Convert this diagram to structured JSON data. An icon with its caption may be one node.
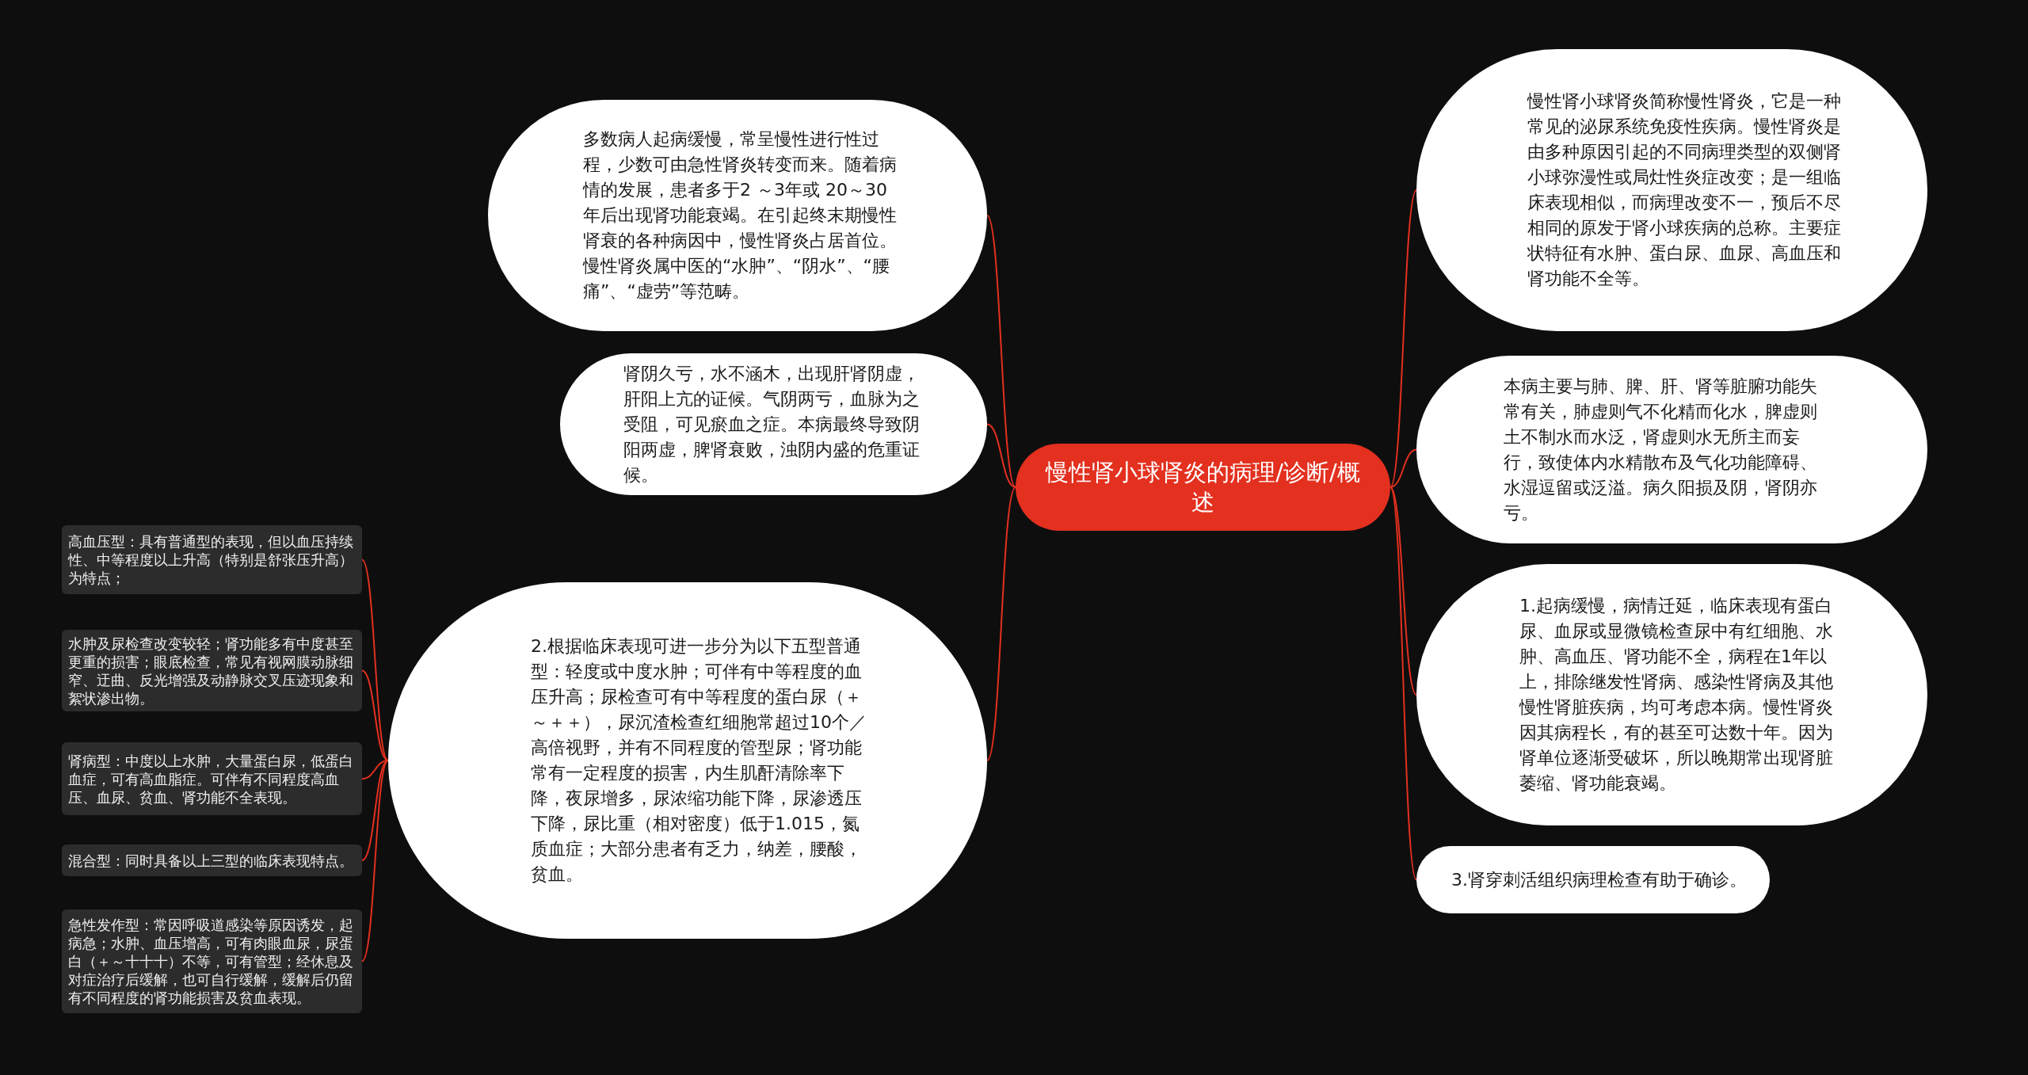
{
  "diagram": {
    "nodes": [
      {
        "text": [
          "慢性肾小球肾炎的病理/诊断/概述"
        ]
      },
      {
        "text": [
          "多数病人起病缓慢，常呈慢性进行性过程，少数可由急性肾炎转变而来。随着病情的发展，患者多于2 ～3年或 20～30年后出现肾功能衰竭。在引起终末期慢性肾衰的各种病因中，慢性肾炎占居首位。慢性肾炎属中医的“水肿”、“阴水”、“腰痛”、“虚劳”等范畴。"
        ]
      },
      {
        "text": [
          "肾阴久亏，水不涵木，出现肝肾阴虚，肝阳上亢的证候。气阴两亏，血脉为之受阻，可见瘀血之症。本病最终导致阴阳两虚，脾肾衰败，浊阴内盛的危重证候。"
        ]
      },
      {
        "text": [
          "2.根据临床表现可进一步分为以下五型普通型：轻度或中度水肿；可伴有中等程度的血压升高；尿检查可有中等程度的蛋白尿（＋～＋＋），尿沉渣检查红细胞常超过10个／高倍视野，并有不同程度的管型尿；肾功能常有一定程度的损害，内生肌酐清除率下降，夜尿增多，尿浓缩功能下降，尿渗透压下降，尿比重（相对密度）低于1.015，氮质血症；大部分患者有乏力，纳差，腰酸，贫血。"
        ]
      },
      {
        "text": [
          "高血压型：具有普通型的表现，但以血压持续性、中等程度以上升高（特别是舒张压升高）为特点；"
        ]
      },
      {
        "text": [
          "水肿及尿检查改变较轻；肾功能多有中度甚至更重的损害；眼底检查，常见有视网膜动脉细窄、迂曲、反光增强及动静脉交叉压迹现象和絮状渗出物。"
        ]
      },
      {
        "text": [
          "肾病型：中度以上水肿，大量蛋白尿，低蛋白血症，可有高血脂症。可伴有不同程度高血压、血尿、贫血、肾功能不全表现。"
        ]
      },
      {
        "text": [
          "混合型：同时具备以上三型的临床表现特点。"
        ]
      },
      {
        "text": [
          "急性发作型：常因呼吸道感染等原因诱发，起病急；水肿、血压增高，可有肉眼血尿，尿蛋白（＋～十十十）不等，可有管型；经休息及对症治疗后缓解，也可自行缓解，缓解后仍留有不同程度的肾功能损害及贫血表现。"
        ]
      },
      {
        "text": [
          "慢性肾小球肾炎简称慢性肾炎，它是一种常见的泌尿系统免疫性疾病。慢性肾炎是由多种原因引起的不同病理类型的双侧肾小球弥漫性或局灶性炎症改变；是一组临床表现相似，而病理改变不一，预后不尽相同的原发于肾小球疾病的总称。主要症状特征有水肿、蛋白尿、血尿、高血压和肾功能不全等。"
        ]
      },
      {
        "text": [
          "本病主要与肺、脾、肝、肾等脏腑功能失常有关，肺虚则气不化精而化水，脾虚则土不制水而水泛，肾虚则水无所主而妄行，致使体内水精散布及气化功能障碍、水湿逗留或泛溢。病久阳损及阴，肾阴亦亏。"
        ]
      },
      {
        "text": [
          "1.起病缓慢，病情迁延，临床表现有蛋白尿、血尿或显微镜检查尿中有红细胞、水肿、高血压、肾功能不全，病程在1年以上，排除继发性肾病、感染性肾病及其他慢性肾脏疾病，均可考虑本病。慢性肾炎因其病程长，有的甚至可达数十年。因为肾单位逐渐受破坏，所以晚期常出现肾脏萎缩、肾功能衰竭。"
        ]
      },
      {
        "text": [
          "3.肾穿刺活组织病理检查有助于确诊。"
        ]
      }
    ],
    "edges": [
      {
        "from": 0,
        "to": 1,
        "arrow": "none"
      },
      {
        "from": 0,
        "to": 2,
        "arrow": "none"
      },
      {
        "from": 0,
        "to": 3,
        "arrow": "none"
      },
      {
        "from": 3,
        "to": 4,
        "arrow": "none"
      },
      {
        "from": 3,
        "to": 5,
        "arrow": "none"
      },
      {
        "from": 3,
        "to": 6,
        "arrow": "none"
      },
      {
        "from": 3,
        "to": 7,
        "arrow": "none"
      },
      {
        "from": 3,
        "to": 8,
        "arrow": "none"
      },
      {
        "from": 0,
        "to": 9,
        "arrow": "none"
      },
      {
        "from": 0,
        "to": 10,
        "arrow": "none"
      },
      {
        "from": 0,
        "to": 11,
        "arrow": "none"
      },
      {
        "from": 0,
        "to": 12,
        "arrow": "none"
      }
    ]
  }
}
